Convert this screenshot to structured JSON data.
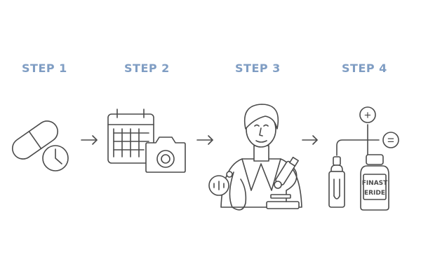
{
  "steps": [
    {
      "label": "STEP 1",
      "icon": "pill-clock-icon"
    },
    {
      "label": "STEP 2",
      "icon": "calendar-camera-icon"
    },
    {
      "label": "STEP 3",
      "icon": "doctor-microscope-icon"
    },
    {
      "label": "STEP 4",
      "icon": "dropper-bottle-icon"
    }
  ],
  "bottle_label": {
    "line1": "FINAST",
    "line2": "ERIDE"
  },
  "symbols": {
    "plus": "+",
    "equals": "="
  },
  "colors": {
    "step_label": "#7f9dc3",
    "line": "#4a4a4a",
    "background": "#ffffff"
  }
}
